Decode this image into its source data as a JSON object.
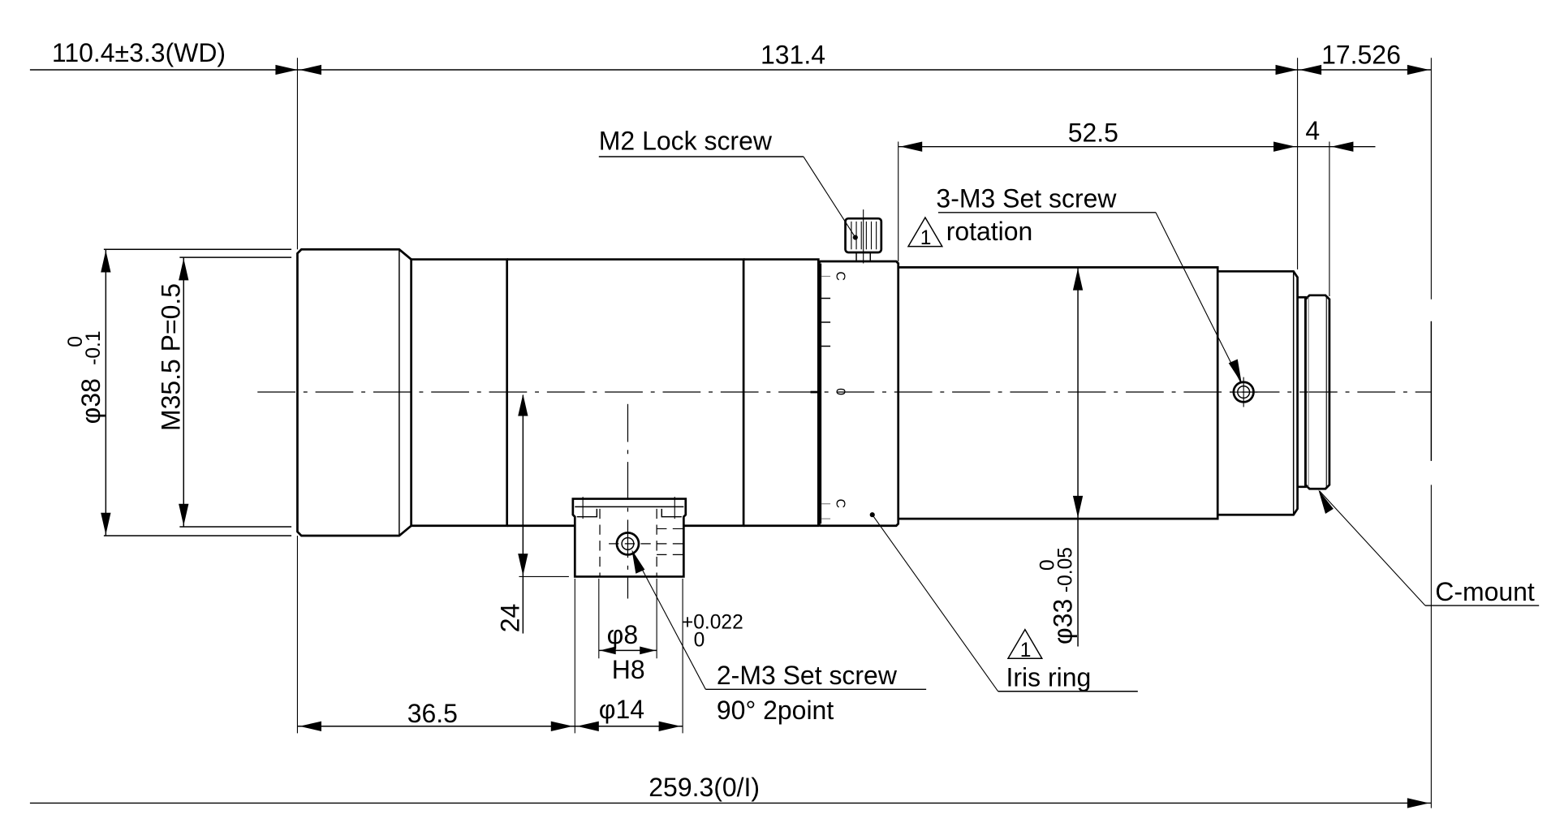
{
  "drawing": {
    "title": "Lens outline dimension drawing",
    "dimensions": {
      "working_distance": "110.4±3.3(WD)",
      "body_length": "131.4",
      "flange_back": "17.526",
      "rear_section": "52.5",
      "mount_thread": "4",
      "mount_position": "36.5",
      "mount_height": "24",
      "overall_length": "259.3(0/I)"
    },
    "diameters": {
      "front_diameter": "φ38",
      "front_tol_upper": "0",
      "front_tol_lower": "-0.1",
      "front_thread": "M35.5 P=0.5",
      "rear_diameter": "φ33",
      "rear_tol_upper": "0",
      "rear_tol_lower": "-0.05",
      "mount_bore": "φ8",
      "mount_bore_fit": "H8",
      "mount_bore_tol_upper": "+0.022",
      "mount_bore_tol_lower": "0",
      "mount_outer": "φ14"
    },
    "callouts": {
      "lock_screw": "M2 Lock screw",
      "rear_set_screw": "3-M3 Set screw",
      "rear_set_screw_note": "rotation",
      "mount_set_screw": "2-M3 Set screw",
      "mount_set_screw_note": "90° 2point",
      "iris_ring": "Iris ring",
      "c_mount": "C-mount",
      "note_marker": "1"
    },
    "iris_scale": {
      "top_label": "C",
      "middle_label": "0",
      "bottom_label": "C"
    }
  }
}
